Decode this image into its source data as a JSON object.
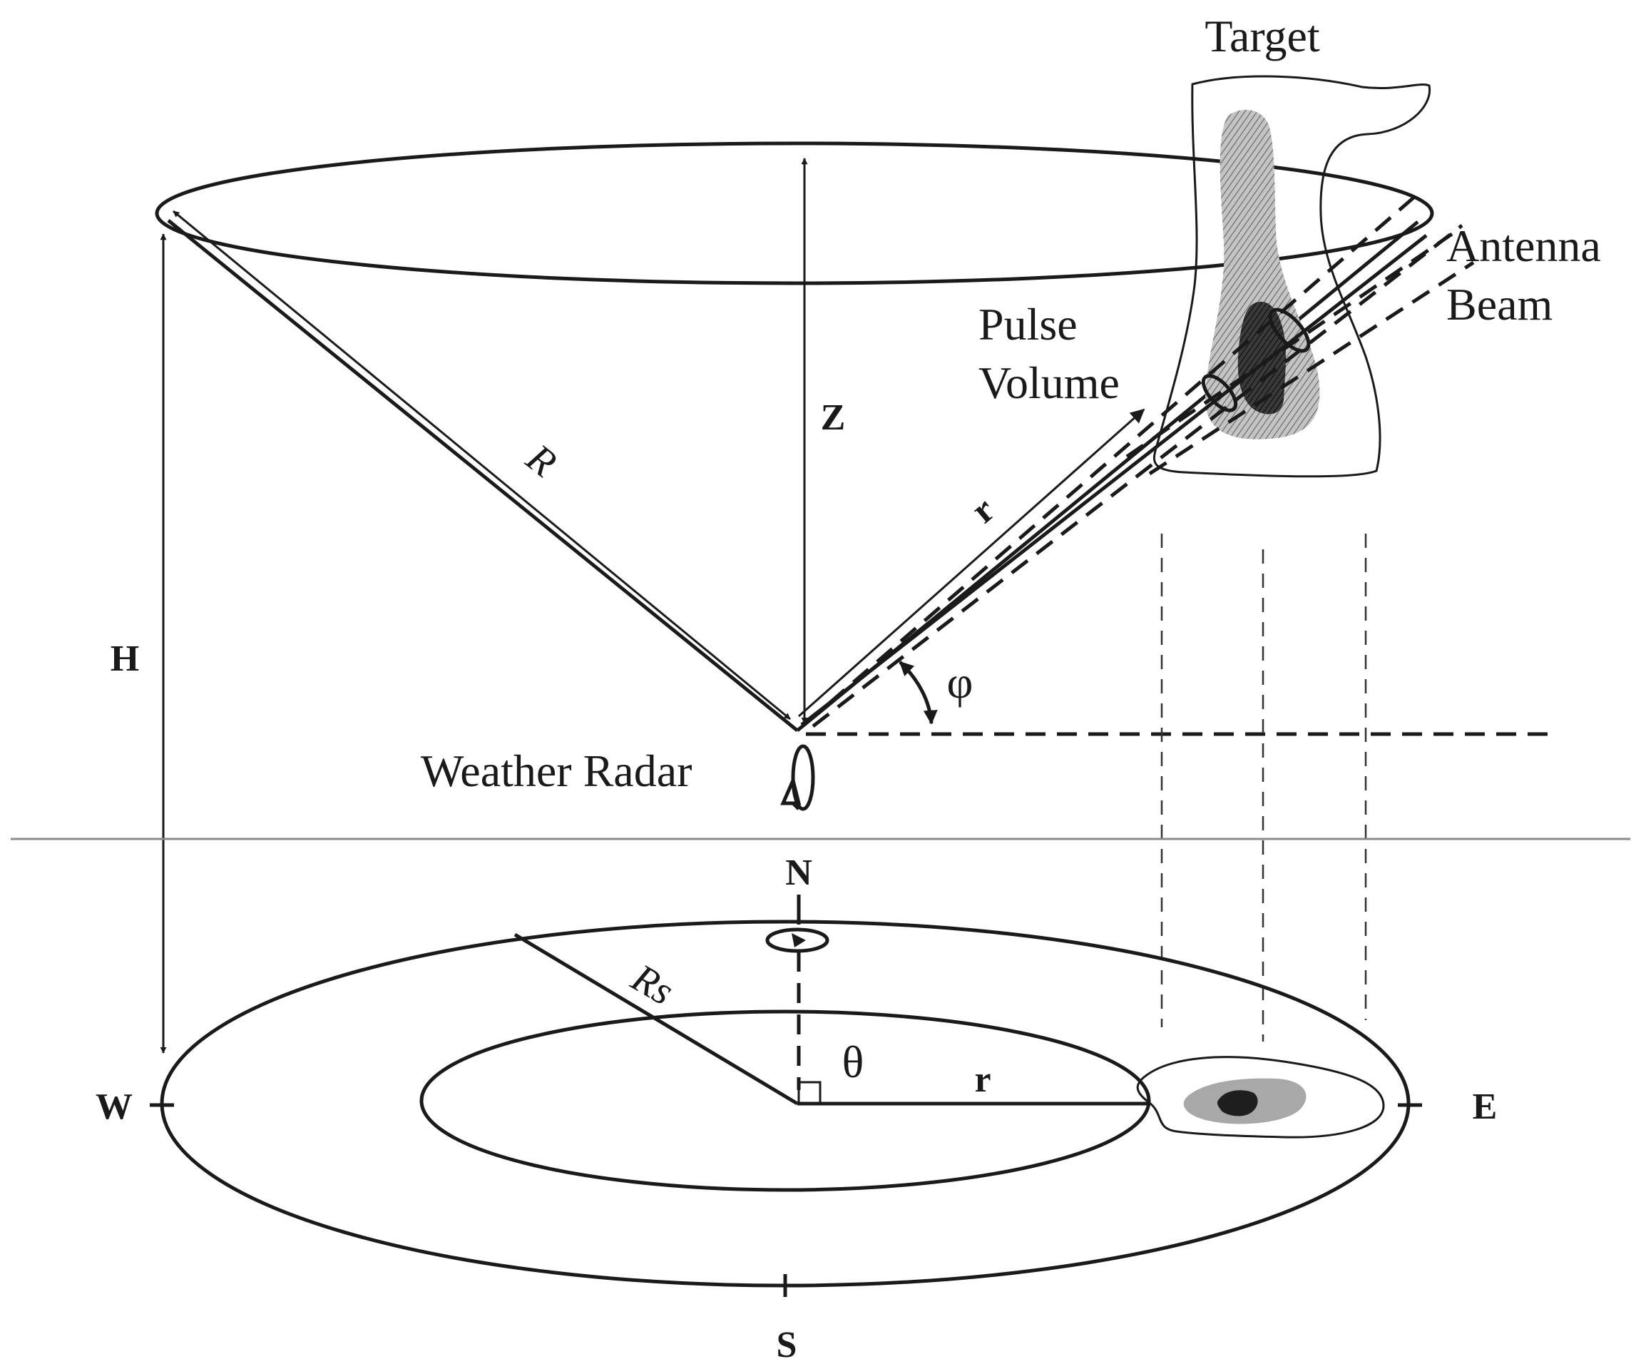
{
  "diagram": {
    "labels": {
      "target": "Target",
      "antenna": "Antenna",
      "beam": "Beam",
      "pulse": "Pulse",
      "volume": "Volume",
      "range_R": "R",
      "height_Z": "Z",
      "slant_r": "r",
      "height_H": "H",
      "elevation_phi": "φ",
      "radar": "Weather Radar",
      "north": "N",
      "south": "S",
      "east": "E",
      "west": "W",
      "surface_Rs": "Rs",
      "azimuth_theta": "θ",
      "ground_r": "r"
    },
    "colors": {
      "ink": "#1a1a1a",
      "echo_light": "#a8a8a8",
      "echo_mid": "#7a7a7a",
      "echo_core": "#1e1e1e",
      "divider": "#8a8a8a"
    }
  }
}
